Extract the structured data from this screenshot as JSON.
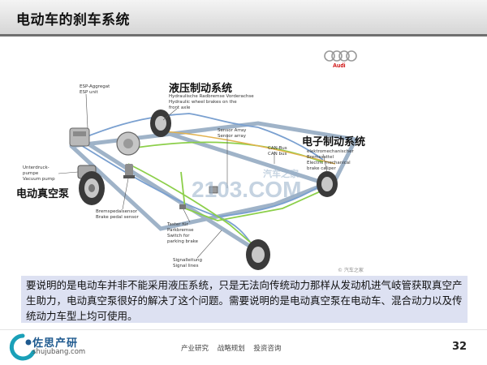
{
  "slide": {
    "title": "电动车的刹车系统",
    "note": "要说明的是电动车并非不能采用液压系统，只是无法向传统动力那样从发动机进气岐管获取真空产生助力，电动真空泵很好的解决了这个问题。需要说明的是电动真空泵在电动车、混合动力以及传统动力车型上均可使用。",
    "page_number": "32"
  },
  "figure": {
    "brand": "Audi",
    "headings": {
      "hydraulic": "液压制动系统",
      "electronic": "电子制动系统",
      "vacuum_pump": "电动真空泵"
    },
    "labels": {
      "esp": "ESP-Aggregat\nESP unit",
      "hydraulic_de": "Hydraulische Radbremse Vorderachse\nHydraulic wheel brakes on the\nfront axle",
      "sensor_array": "Sensor Array\nSensor array",
      "can_bus": "CAN-Bus\nCAN bus",
      "electronic_de": "elektromechanischer\nBremssattel\nElectric mechanical\nbrake caliper",
      "vacuum_de": "Unterdruck-\npumpe\nVacuum pump",
      "brake_pedal": "Bremspedalsensor\nBrake pedal sensor",
      "parking_brake": "Taster für\nParkbremse\nSwitch for\nparking brake",
      "signal_lines": "Signalleitung\nSignal lines"
    },
    "watermark_main": "2103.COM",
    "watermark_sub": "汽车之家",
    "credit": "© 汽车之家"
  },
  "footer": {
    "company_name": "佐思产研",
    "company_url": "shujubang.com",
    "services": "产业研究  战略规划  投资咨询"
  },
  "colors": {
    "header_gradient_top": "#f4f4f4",
    "header_gradient_bottom": "#d6d6d6",
    "note_background": "#dde1f2",
    "logo_blue": "#1f5a8f",
    "logo_teal": "#1aa0b8",
    "brake_line_blue": "#7aa0d0",
    "signal_line_green": "#8ccf4a",
    "can_line_orange": "#e2b24e"
  }
}
